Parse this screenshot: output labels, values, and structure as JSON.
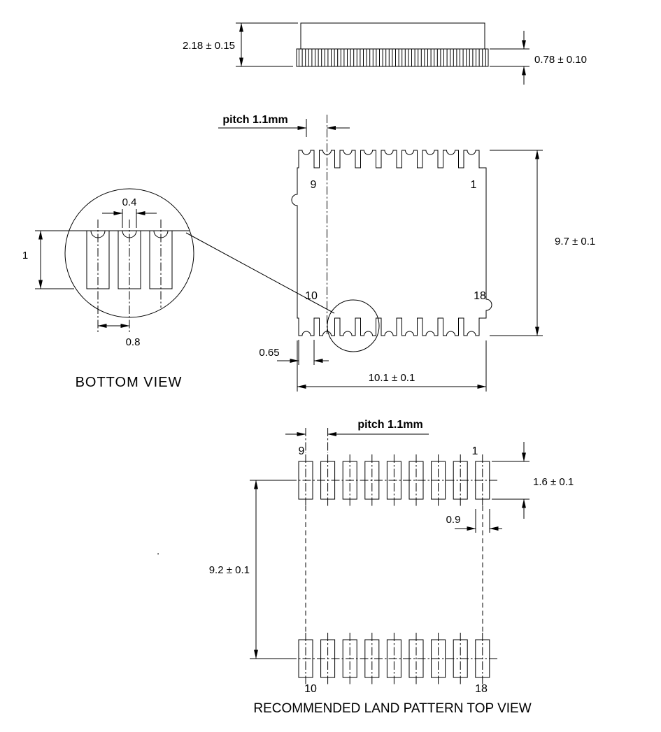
{
  "side_view": {
    "overall_height_dim": "2.18 ± 0.15",
    "terminal_height_dim": "0.78 ± 0.10"
  },
  "bottom_view": {
    "caption": "BOTTOM VIEW",
    "pitch_dim": "pitch 1.1mm",
    "pins": {
      "top_left": "9",
      "top_right": "1",
      "bottom_left": "10",
      "bottom_right": "18"
    },
    "body_height_dim": "9.7 ± 0.1",
    "body_width_dim": "10.1 ± 0.1",
    "pad_width_dim": "0.65",
    "detail": {
      "notch_width_dim": "0.4",
      "pad_length_dim": "1",
      "pad_pitch_dim": "0.8"
    }
  },
  "land_pattern": {
    "caption": "RECOMMENDED LAND PATTERN TOP VIEW",
    "pitch_dim": "pitch 1.1mm",
    "pins": {
      "top_left": "9",
      "top_right": "1",
      "bottom_left": "10",
      "bottom_right": "18"
    },
    "pad_length_dim": "1.6 ± 0.1",
    "pad_width_dim": "0.9",
    "span_dim": "9.2 ± 0.1"
  },
  "misc": {
    "stray_mark": "."
  }
}
